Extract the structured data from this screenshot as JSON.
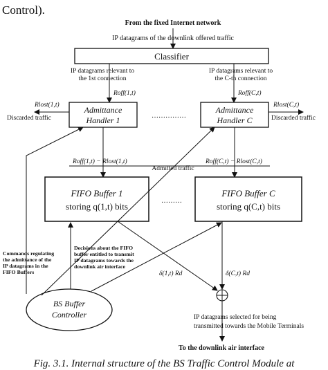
{
  "top_fragment": "Control).",
  "source": "From the fixed Internet network",
  "offered_traffic": "IP datagrams of the downlink offered traffic",
  "classifier": "Classifier",
  "conn_first": [
    "IP datagrams relevant to",
    "the 1st connection"
  ],
  "conn_last": [
    "IP datagrams relevant to",
    "the C-th connection"
  ],
  "rate_off_1": "Roff(1,t)",
  "rate_off_c": "Roff(C,t)",
  "rate_lost_1": "Rlost(1,t)",
  "rate_lost_c": "Rlost(C,t)",
  "discarded": "Discarded traffic",
  "handler_1": [
    "Admittance",
    "Handler 1"
  ],
  "handler_c": [
    "Admittance",
    "Handler C"
  ],
  "dots": "……………",
  "admitted_1": "Roff(1,t) − Rlost(1,t)",
  "admitted_c": "Roff(C,t) − Rlost(C,t)",
  "admitted_traffic": "Admitted traffic",
  "buffer_1": [
    "FIFO Buffer 1",
    "storing q(1,t) bits"
  ],
  "buffer_c": [
    "FIFO Buffer C",
    "storing q(C,t) bits"
  ],
  "buffer_dots": "………",
  "commands_note": [
    "Commands regulating",
    "the admittance of the",
    "IP datagrams in the",
    "FIFO Buffers"
  ],
  "decisions_note": [
    "Decisions about the FIFO",
    "buffer entitled to transmit",
    "IP datagrams towards the",
    "downlink air interface"
  ],
  "delta_1": "δ(1,t) Rd",
  "delta_c": "δ(C,t) Rd",
  "controller": [
    "BS Buffer",
    "Controller"
  ],
  "selected_note": [
    "IP datagrams selected for being",
    "transmitted towards the Mobile Terminals"
  ],
  "destination": "To the downlink air interface",
  "caption": "Fig. 3.1.  Internal structure of the BS Traffic Control Module at"
}
